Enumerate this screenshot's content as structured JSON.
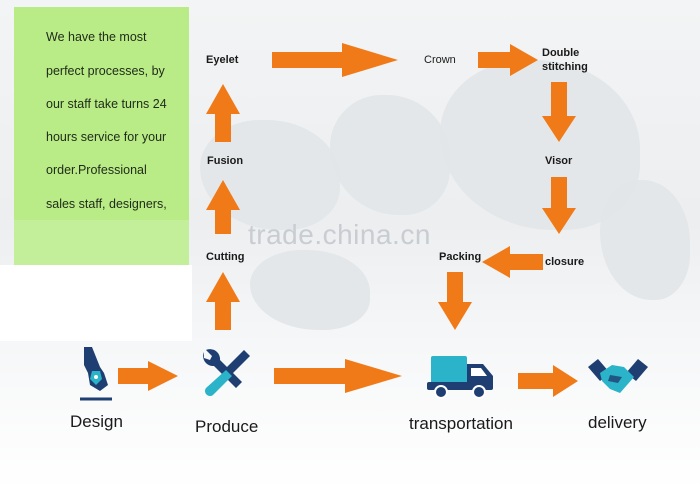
{
  "intro": {
    "lines": [
      "We have the most",
      "perfect processes, by",
      "our staff take turns 24",
      "hours service for your",
      "order.Professional",
      "sales staff, designers,"
    ]
  },
  "steps": {
    "eyelet": "Eyelet",
    "crown": "Crown",
    "double_stitching_line1": "Double",
    "double_stitching_line2": "stitching",
    "fusion": "Fusion",
    "visor": "Visor",
    "cutting": "Cutting",
    "packing": "Packing",
    "closure": "closure"
  },
  "stages": {
    "design": "Design",
    "produce": "Produce",
    "transportation": "transportation",
    "delivery": "delivery"
  },
  "icons": {
    "design": "pen-nib-icon",
    "produce": "wrench-screwdriver-icon",
    "transportation": "delivery-truck-icon",
    "delivery": "handshake-icon"
  },
  "colors": {
    "arrow": "#f07a17",
    "icon_navy": "#1f3f73",
    "icon_teal": "#2bb3c9",
    "textbox": "#b9ec86"
  },
  "watermark": "trade.china.cn"
}
